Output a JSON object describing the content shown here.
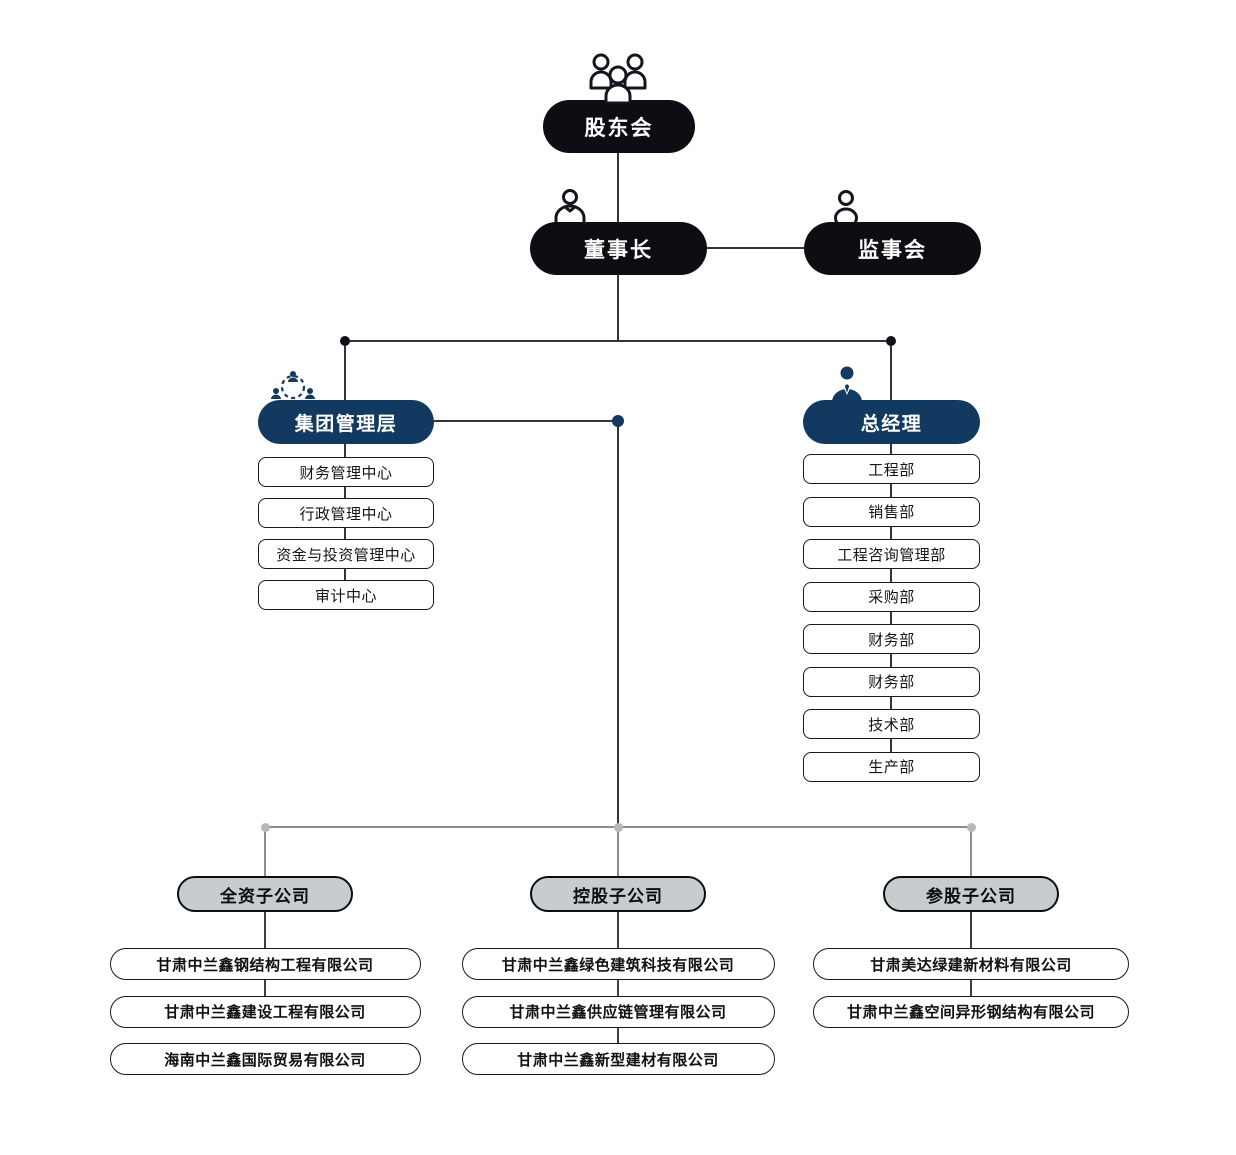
{
  "colors": {
    "black_pill": "#0c0e13",
    "navy_pill": "#123a61",
    "gray_pill_fill": "#c7ccd1",
    "line_dark": "#31353b",
    "line_gray": "#8a8e91",
    "dot_gray": "#b4b8ba",
    "box_border": "#17181a",
    "background": "#ffffff"
  },
  "icons": {
    "shareholders": "people-group-icon",
    "chairman": "person-icon",
    "supervisory_board": "person-outline-icon",
    "group_management": "team-cycle-icon",
    "general_manager": "manager-person-icon"
  },
  "nodes": {
    "shareholders": {
      "label": "股东会"
    },
    "chairman": {
      "label": "董事长"
    },
    "supervisory_board": {
      "label": "监事会"
    },
    "group_management": {
      "label": "集团管理层",
      "departments": [
        "财务管理中心",
        "行政管理中心",
        "资金与投资管理中心",
        "审计中心"
      ]
    },
    "general_manager": {
      "label": "总经理",
      "departments": [
        "工程部",
        "销售部",
        "工程咨询管理部",
        "采购部",
        "财务部",
        "财务部",
        "技术部",
        "生产部"
      ]
    },
    "subsidiary_groups": [
      {
        "label": "全资子公司",
        "companies": [
          "甘肃中兰鑫钢结构工程有限公司",
          "甘肃中兰鑫建设工程有限公司",
          "海南中兰鑫国际贸易有限公司"
        ],
        "connected_company_count": 2
      },
      {
        "label": "控股子公司",
        "companies": [
          "甘肃中兰鑫绿色建筑科技有限公司",
          "甘肃中兰鑫供应链管理有限公司",
          "甘肃中兰鑫新型建材有限公司"
        ],
        "connected_company_count": 3
      },
      {
        "label": "参股子公司",
        "companies": [
          "甘肃美达绿建新材料有限公司",
          "甘肃中兰鑫空间异形钢结构有限公司"
        ],
        "connected_company_count": 2
      }
    ]
  }
}
